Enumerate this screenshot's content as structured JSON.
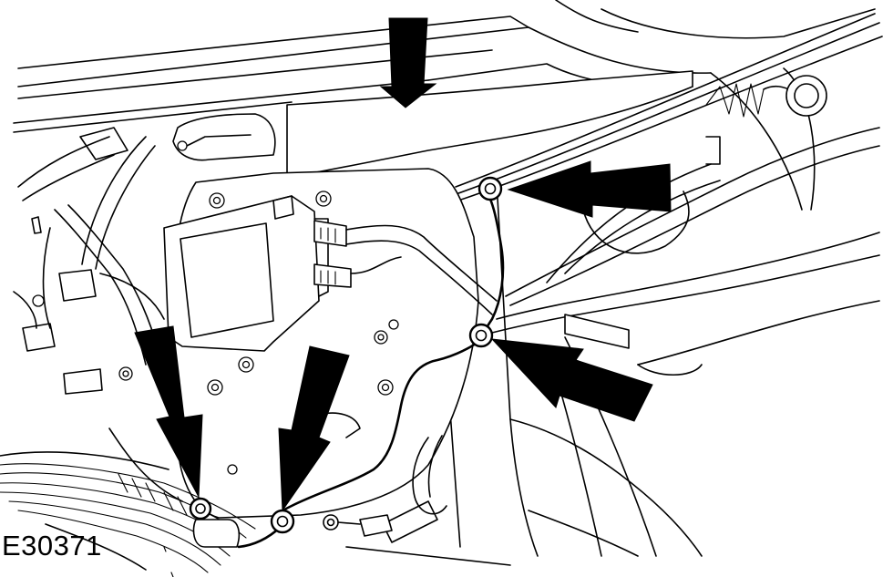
{
  "figure": {
    "label": "E30371"
  },
  "colors": {
    "ink": "#000000",
    "paper": "#ffffff"
  },
  "callout_arrows": [
    {
      "name": "arrow-top-down",
      "direction": "down"
    },
    {
      "name": "arrow-right-upper",
      "direction": "left"
    },
    {
      "name": "arrow-right-lower",
      "direction": "up-left"
    },
    {
      "name": "arrow-bottom-left",
      "direction": "down"
    },
    {
      "name": "arrow-bottom-center",
      "direction": "down-left"
    }
  ],
  "fasteners": [
    {
      "name": "ground-nut-upper-right"
    },
    {
      "name": "ground-nut-middle-right"
    },
    {
      "name": "ground-nut-bottom-left"
    },
    {
      "name": "ground-nut-bottom-center"
    }
  ]
}
